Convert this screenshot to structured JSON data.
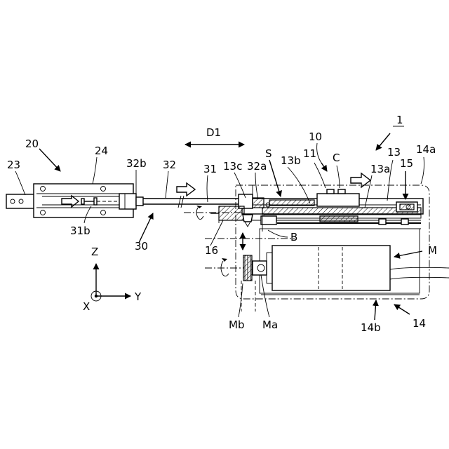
{
  "labels": {
    "n1": "1",
    "n10": "10",
    "n11": "11",
    "C": "C",
    "n13": "13",
    "n14a": "14a",
    "n15": "15",
    "n13a": "13a",
    "n13b": "13b",
    "S": "S",
    "n13c": "13c",
    "n32a": "32a",
    "n31": "31",
    "n32": "32",
    "n32b": "32b",
    "n24": "24",
    "n20": "20",
    "n23": "23",
    "D1": "D1",
    "n31b": "31b",
    "n30": "30",
    "n16": "16",
    "B": "B",
    "M": "M",
    "Mb": "Mb",
    "Ma": "Ma",
    "n14b": "14b",
    "n14": "14",
    "Z": "Z",
    "Y": "Y",
    "X": "X"
  }
}
